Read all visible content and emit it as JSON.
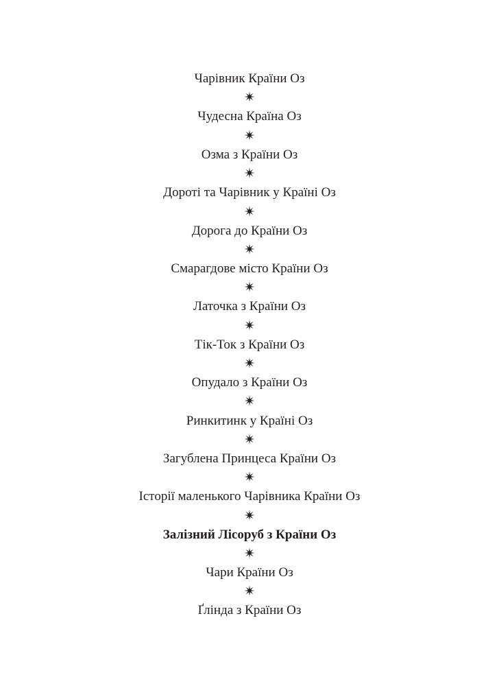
{
  "contents": {
    "titles": [
      "Чарівник Країни Оз",
      "Чудесна Країна Оз",
      "Озма з Країни Оз",
      "Дороті та Чарівник у Країні Оз",
      "Дорога до Країни Оз",
      "Смарагдове місто Країни Оз",
      "Латочка з Країни Оз",
      "Тік-Ток з Країни Оз",
      "Опудало з Країни Оз",
      "Ринкитинк у Країні Оз",
      "Загублена Принцеса Країни Оз",
      "Історії маленького Чарівника Країни Оз",
      "Залізний Лісоруб з Країни Оз",
      "Чари Країни Оз",
      "Ґлінда з Країни Оз"
    ],
    "highlighted_index": 12,
    "separator_icon": "eight-point-star-icon",
    "text_color": "#231f20"
  }
}
